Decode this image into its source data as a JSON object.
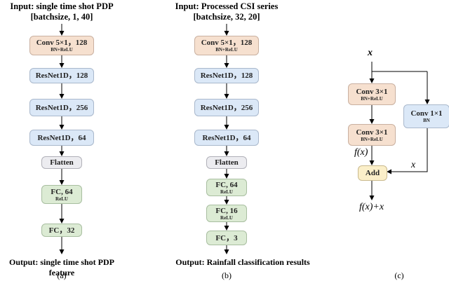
{
  "panel_a": {
    "input_line1": "Input: single time shot PDP",
    "input_line2": "[batchsize, 1, 40]",
    "blocks": [
      {
        "label": "Conv 5×1，128",
        "sub": "BN+ReLU"
      },
      {
        "label": "ResNet1D，128",
        "sub": ""
      },
      {
        "label": "ResNet1D，256",
        "sub": ""
      },
      {
        "label": "ResNet1D，64",
        "sub": ""
      },
      {
        "label": "Flatten",
        "sub": ""
      },
      {
        "label": "FC, 64",
        "sub": "ReLU"
      },
      {
        "label": "FC，32",
        "sub": ""
      }
    ],
    "output": "Output: single time shot PDP feature",
    "caption": "(a)"
  },
  "panel_b": {
    "input_line1": "Input: Processed CSI series",
    "input_line2": "[batchsize, 32, 20]",
    "blocks": [
      {
        "label": "Conv 5×1，128",
        "sub": "BN+ReLU"
      },
      {
        "label": "ResNet1D，128",
        "sub": ""
      },
      {
        "label": "ResNet1D，256",
        "sub": ""
      },
      {
        "label": "ResNet1D，64",
        "sub": ""
      },
      {
        "label": "Flatten",
        "sub": ""
      },
      {
        "label": "FC, 64",
        "sub": "ReLU"
      },
      {
        "label": "FC, 16",
        "sub": "ReLU"
      },
      {
        "label": "FC，3",
        "sub": ""
      }
    ],
    "output": "Output: Rainfall classification results",
    "caption": "(b)"
  },
  "panel_c": {
    "input_var": "x",
    "conv1": {
      "label": "Conv 3×1",
      "sub": "BN+ReLU"
    },
    "conv2": {
      "label": "Conv 3×1",
      "sub": "BN+ReLU"
    },
    "shortcut": {
      "label": "Conv 1×1",
      "sub": "BN"
    },
    "add": "Add",
    "fx_label": "f(x)",
    "x_label": "x",
    "output_label": "f(x)+x",
    "caption": "(c)"
  }
}
